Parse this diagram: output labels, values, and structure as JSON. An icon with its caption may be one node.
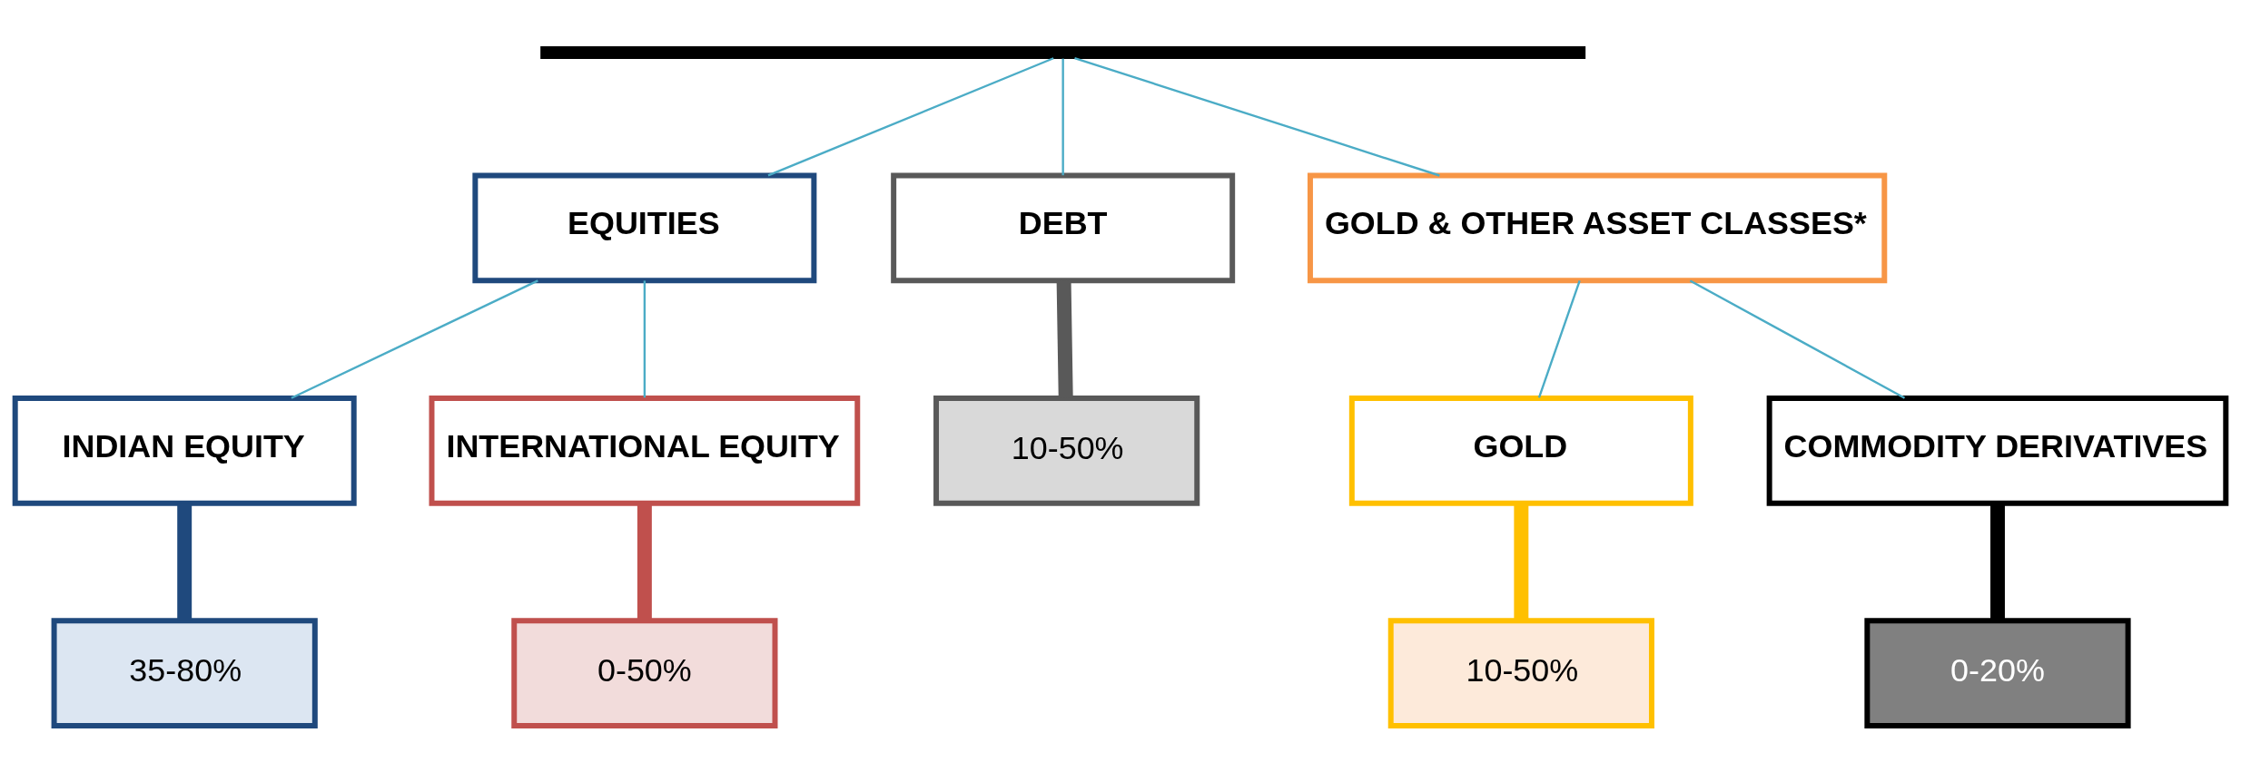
{
  "diagram": {
    "nodes": [
      {
        "text": [],
        "shape": "bar"
      },
      {
        "text": [
          "EQUITIES"
        ]
      },
      {
        "text": [
          "DEBT"
        ]
      },
      {
        "text": [
          "GOLD & OTHER ASSET CLASSES*"
        ]
      },
      {
        "text": [
          "10-50%"
        ]
      },
      {
        "text": [
          "INDIAN EQUITY"
        ]
      },
      {
        "text": [
          "INTERNATIONAL EQUITY"
        ]
      },
      {
        "text": [
          "GOLD"
        ]
      },
      {
        "text": [
          "COMMODITY DERIVATIVES"
        ]
      },
      {
        "text": [
          "35-80%"
        ]
      },
      {
        "text": [
          "0-50%"
        ]
      },
      {
        "text": [
          "10-50%"
        ]
      },
      {
        "text": [
          "0-20%"
        ]
      }
    ],
    "edges": [
      {
        "from": 0,
        "to": 1,
        "arrow": "none"
      },
      {
        "from": 0,
        "to": 2,
        "arrow": "none"
      },
      {
        "from": 0,
        "to": 3,
        "arrow": "none"
      },
      {
        "from": 2,
        "to": 4,
        "arrow": "none",
        "style": "thick",
        "color": "#595959"
      },
      {
        "from": 1,
        "to": 5,
        "arrow": "none"
      },
      {
        "from": 1,
        "to": 6,
        "arrow": "none"
      },
      {
        "from": 3,
        "to": 7,
        "arrow": "none"
      },
      {
        "from": 3,
        "to": 8,
        "arrow": "none"
      },
      {
        "from": 5,
        "to": 9,
        "arrow": "none",
        "style": "thick",
        "color": "#1f497d"
      },
      {
        "from": 6,
        "to": 10,
        "arrow": "none",
        "style": "thick",
        "color": "#c0504d"
      },
      {
        "from": 7,
        "to": 11,
        "arrow": "none",
        "style": "thick",
        "color": "#ffc000"
      },
      {
        "from": 8,
        "to": 12,
        "arrow": "none",
        "style": "thick",
        "color": "#000000"
      }
    ]
  }
}
